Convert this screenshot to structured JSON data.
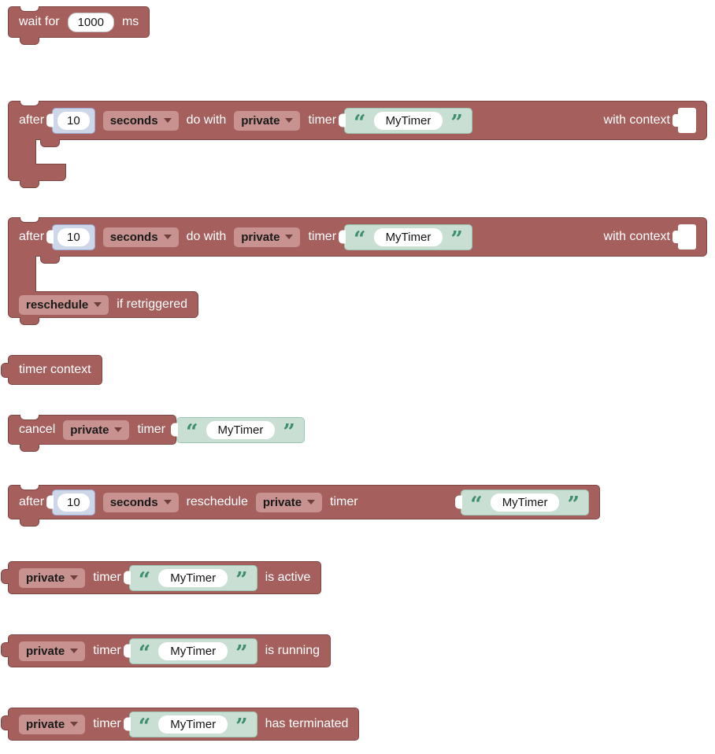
{
  "palette": {
    "block_fill": "#A5605E",
    "block_border": "#7E4744",
    "dropdown_fill": "#C7928F",
    "dropdown_text": "#1A1A1A",
    "label_text": "#FFFFFF",
    "number_shadow_fill": "#CED6EA",
    "number_shadow_border": "#9FACD0",
    "string_shadow_fill": "#C9DFD4",
    "string_shadow_border": "#9CC7B4",
    "quote_color": "#3E8E6E",
    "field_background": "#FFFFFF"
  },
  "common": {
    "open_quote": "“",
    "close_quote": "”"
  },
  "blocks": {
    "wait": {
      "prefix": "wait for",
      "value": "1000",
      "suffix": "ms"
    },
    "after_do": {
      "after": "after",
      "delay": "10",
      "unit": "seconds",
      "do_with": "do with",
      "scope": "private",
      "timer": "timer",
      "name": "MyTimer",
      "with_context": "with context"
    },
    "after_do_re": {
      "after": "after",
      "delay": "10",
      "unit": "seconds",
      "do_with": "do with",
      "scope": "private",
      "timer": "timer",
      "name": "MyTimer",
      "with_context": "with context",
      "mode": "reschedule",
      "if_retriggered": "if retriggered"
    },
    "timer_context": {
      "label": "timer context"
    },
    "cancel": {
      "action": "cancel",
      "scope": "private",
      "timer": "timer",
      "name": "MyTimer"
    },
    "after_reschedule": {
      "after": "after",
      "delay": "10",
      "unit": "seconds",
      "action": "reschedule",
      "scope": "private",
      "timer": "timer",
      "name": "MyTimer"
    },
    "is_active": {
      "scope": "private",
      "timer": "timer",
      "name": "MyTimer",
      "predicate": "is active"
    },
    "is_running": {
      "scope": "private",
      "timer": "timer",
      "name": "MyTimer",
      "predicate": "is running"
    },
    "has_terminated": {
      "scope": "private",
      "timer": "timer",
      "name": "MyTimer",
      "predicate": "has terminated"
    }
  }
}
